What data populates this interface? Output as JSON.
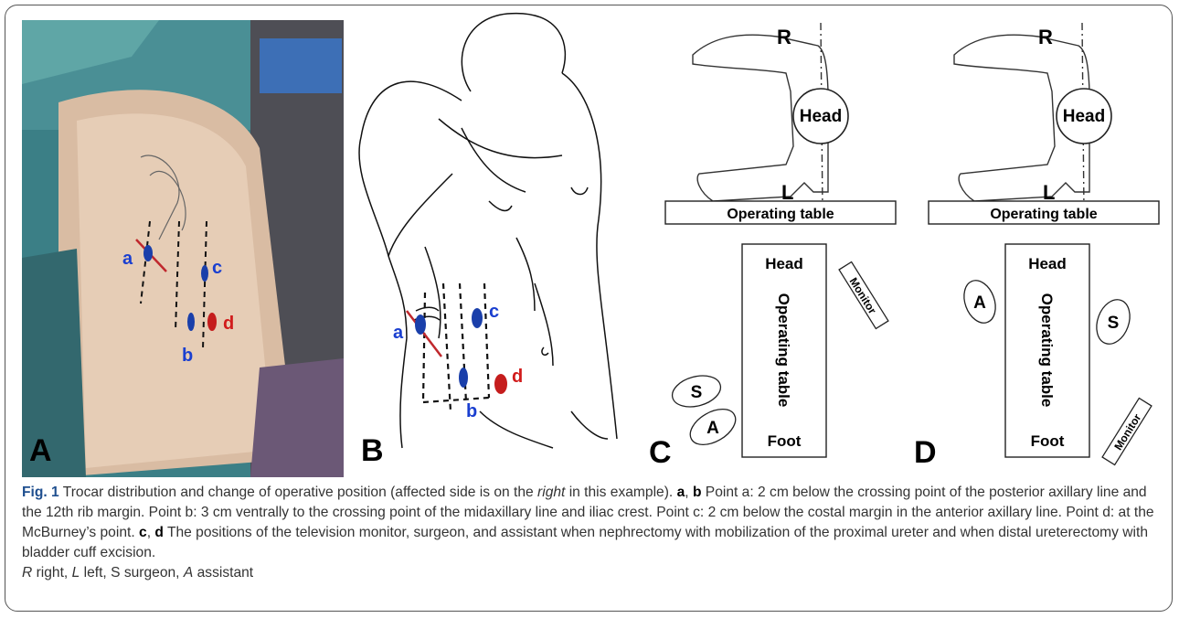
{
  "panels": {
    "A": {
      "letter": "A",
      "points": [
        "a",
        "b",
        "c",
        "d"
      ]
    },
    "B": {
      "letter": "B",
      "points": [
        "a",
        "b",
        "c",
        "d"
      ]
    },
    "C": {
      "letter": "C",
      "R": "R",
      "L": "L",
      "head_circle": "Head",
      "table_label": "Operating table",
      "table_head": "Head",
      "table_vertical": "Operating table",
      "table_foot": "Foot",
      "monitor": "Monitor",
      "surgeon": "S",
      "assistant": "A"
    },
    "D": {
      "letter": "D",
      "R": "R",
      "L": "L",
      "head_circle": "Head",
      "table_label": "Operating table",
      "table_head": "Head",
      "table_vertical": "Operating table",
      "table_foot": "Foot",
      "monitor": "Monitor",
      "surgeon": "S",
      "assistant": "A"
    }
  },
  "caption": {
    "fig_label": "Fig. 1",
    "intro": " Trocar distribution and change of operative position (affected side is on the ",
    "intro_italic": "right",
    "intro_end": " in this example). ",
    "ab_a": "a",
    "ab_sep": ", ",
    "ab_b": "b",
    "ab_text": " Point a: 2 cm below the crossing point of the posterior axillary line and the 12th rib margin. Point b: 3 cm ventrally to the crossing point of the midaxillary line and iliac crest. Point c: 2 cm below the costal margin in the anterior axillary line. Point d: at the McBurney’s point. ",
    "cd_c": "c",
    "cd_sep": ", ",
    "cd_d": "d",
    "cd_text": " The positions of the television monitor, surgeon, and assistant when nephrectomy with mobilization of the proximal ureter and when distal ureterectomy with bladder cuff excision.",
    "abbr_R": "R",
    "abbr_R_text": " right, ",
    "abbr_L": "L",
    "abbr_L_text": " left, S surgeon, ",
    "abbr_A": "A",
    "abbr_A_text": " assistant"
  }
}
